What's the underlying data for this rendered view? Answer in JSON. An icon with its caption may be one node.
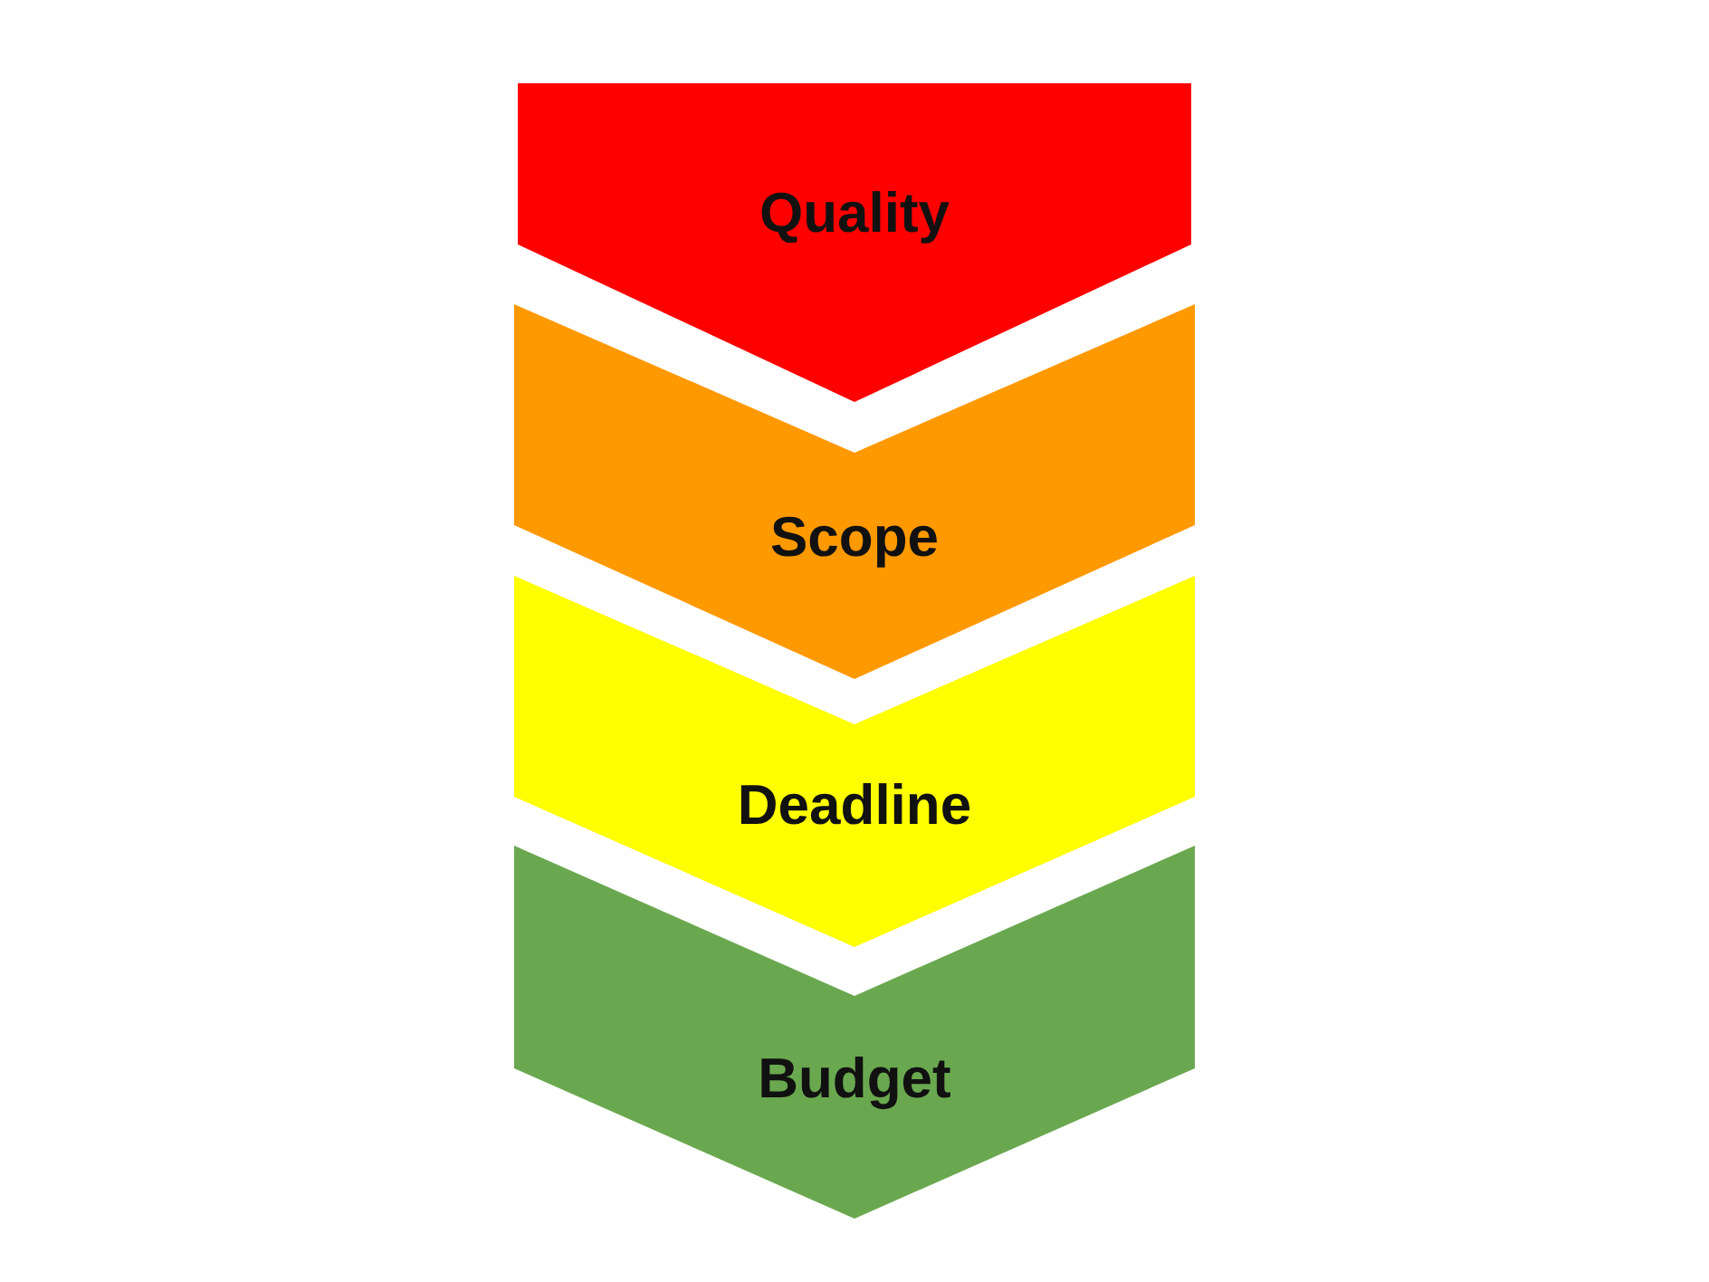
{
  "diagram": {
    "nodes": [
      {
        "text": [
          "Quality"
        ]
      },
      {
        "text": [
          "Scope"
        ]
      },
      {
        "text": [
          "Deadline"
        ]
      },
      {
        "text": [
          "Budget"
        ]
      }
    ]
  }
}
